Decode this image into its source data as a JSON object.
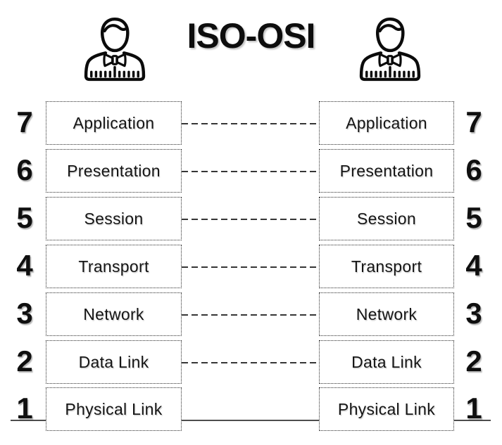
{
  "title": "ISO-OSI",
  "layers": [
    {
      "num": "7",
      "label": "Application"
    },
    {
      "num": "6",
      "label": "Presentation"
    },
    {
      "num": "5",
      "label": "Session"
    },
    {
      "num": "4",
      "label": "Transport"
    },
    {
      "num": "3",
      "label": "Network"
    },
    {
      "num": "2",
      "label": "Data Link"
    },
    {
      "num": "1",
      "label": "Physical Link"
    }
  ],
  "icons": {
    "left": "person-with-bowtie-icon",
    "right": "person-with-bowtie-icon"
  },
  "connectors": {
    "dashed_rows": [
      "Application",
      "Presentation",
      "Session",
      "Transport",
      "Network",
      "Data Link"
    ],
    "solid_row": "Physical Link"
  },
  "colors": {
    "ink": "#0d0d0d",
    "box_border": "#2b2b2b",
    "dashed_connector": "#1a1a1a",
    "physical_line": "#4d4d4d",
    "background": "#ffffff"
  }
}
